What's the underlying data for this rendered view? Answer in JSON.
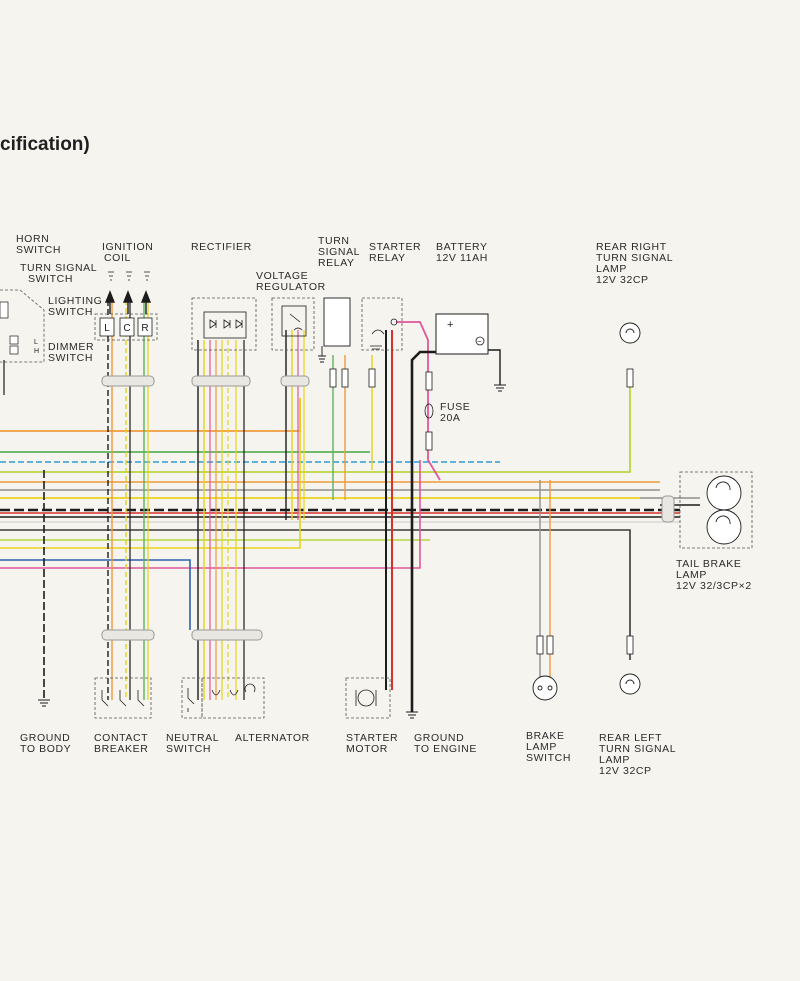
{
  "title": "cification)",
  "labels": {
    "horn_switch": [
      "HORN",
      "SWITCH"
    ],
    "turn_signal_switch": [
      "TURN SIGNAL",
      "SWITCH"
    ],
    "lighting_switch": [
      "LIGHTING",
      "SWITCH"
    ],
    "dimmer_switch": [
      "DIMMER",
      "SWITCH"
    ],
    "ignition_coil": [
      "IGNITION",
      "COIL"
    ],
    "rectifier": [
      "RECTIFIER"
    ],
    "voltage_regulator": [
      "VOLTAGE",
      "REGULATOR"
    ],
    "turn_signal_relay": [
      "TURN",
      "SIGNAL",
      "RELAY"
    ],
    "starter_relay": [
      "STARTER",
      "RELAY"
    ],
    "battery": [
      "BATTERY",
      "12V 11AH"
    ],
    "rear_right_turn_signal_lamp": [
      "REAR RIGHT",
      "TURN SIGNAL",
      "LAMP",
      "12V 32CP"
    ],
    "fuse": [
      "FUSE",
      "20A"
    ],
    "tail_brake_lamp": [
      "TAIL BRAKE",
      "LAMP",
      "12V 32/3CP×2"
    ],
    "ground_to_body": [
      "GROUND",
      "TO BODY"
    ],
    "contact_breaker": [
      "CONTACT",
      "BREAKER"
    ],
    "neutral_switch": [
      "NEUTRAL",
      "SWITCH"
    ],
    "alternator": [
      "ALTERNATOR"
    ],
    "starter_motor": [
      "STARTER",
      "MOTOR"
    ],
    "ground_to_engine": [
      "GROUND",
      "TO ENGINE"
    ],
    "brake_lamp_switch": [
      "BRAKE",
      "LAMP",
      "SWITCH"
    ],
    "rear_left_turn_signal_lamp": [
      "REAR LEFT",
      "TURN SIGNAL",
      "LAMP",
      "12V 32CP"
    ]
  },
  "terminals": {
    "coil_l": "L",
    "coil_c": "C",
    "coil_r": "R",
    "battery_plus": "+",
    "battery_minus": "−",
    "dimmer_l": "L",
    "dimmer_h": "H"
  },
  "wire_colors": {
    "black": "#1c1c1c",
    "yellow": "#e8d21c",
    "orange": "#ef9a3c",
    "light_blue": "#4aa9d9",
    "blue": "#2f5fb0",
    "pink": "#e0569a",
    "green": "#5cb35c",
    "light_green": "#b8d640",
    "red": "#d6322c",
    "brown": "#8a5a2e",
    "gray": "#8f8f8f",
    "white": "#e6e6e6"
  }
}
